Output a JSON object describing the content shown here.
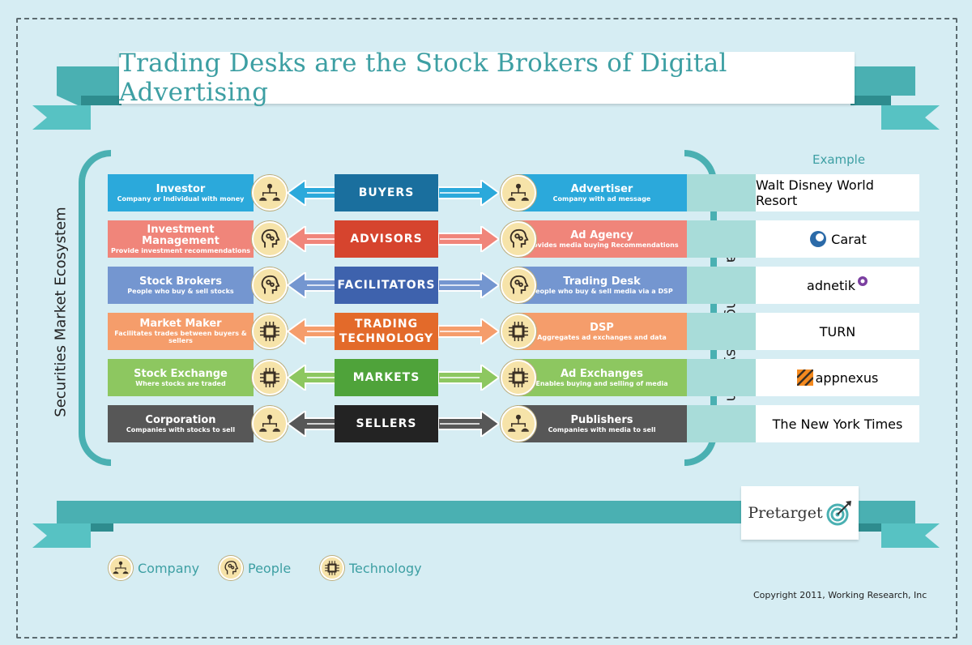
{
  "title": "Trading Desks are the Stock Brokers of Digital Advertising",
  "left_axis_label": "Securities Market Ecosystem",
  "right_axis_label": "Media Buying Ecosystem",
  "example_label": "Example",
  "colors": {
    "accent": "#4ab0b2",
    "background": "#d6edf3",
    "buyers": "#2ba9db",
    "advisors": "#f0857a",
    "facilitators": "#7496d0",
    "trading_technology": "#f59d6b",
    "markets": "#8dc760",
    "sellers": "#575757"
  },
  "rows": [
    {
      "left_label": "Investor",
      "left_sub": "Company or Individual with money",
      "left_icon": "company-icon",
      "center_label": "BUYERS",
      "right_label": "Advertiser",
      "right_sub": "Company with ad message",
      "right_icon": "company-icon",
      "example": "Walt Disney World Resort",
      "light": "#2ba9db",
      "dark": "#1a6f9e"
    },
    {
      "left_label": "Investment Management",
      "left_sub": "Provide investment recommendations",
      "left_icon": "people-icon",
      "center_label": "ADVISORS",
      "right_label": "Ad Agency",
      "right_sub": "Provides media buying Recommendations",
      "right_icon": "people-icon",
      "example": "Carat",
      "light": "#f0857a",
      "dark": "#d6442e"
    },
    {
      "left_label": "Stock Brokers",
      "left_sub": "People who buy & sell stocks",
      "left_icon": "people-icon",
      "center_label": "FACILITATORS",
      "right_label": "Trading Desk",
      "right_sub": "People who buy & sell media via a DSP",
      "right_icon": "people-icon",
      "example": "adnetik",
      "light": "#7496d0",
      "dark": "#3e62ad"
    },
    {
      "left_label": "Market Maker",
      "left_sub": "Facilitates trades between buyers & sellers",
      "left_icon": "technology-icon",
      "center_label": "TRADING TECHNOLOGY",
      "right_label": "DSP",
      "right_sub": "Aggregates ad exchanges and data",
      "right_icon": "technology-icon",
      "example": "TURN",
      "light": "#f59d6b",
      "dark": "#e36a2a"
    },
    {
      "left_label": "Stock Exchange",
      "left_sub": "Where stocks are traded",
      "left_icon": "technology-icon",
      "center_label": "MARKETS",
      "right_label": "Ad Exchanges",
      "right_sub": "Enables buying and selling of media",
      "right_icon": "technology-icon",
      "example": "appnexus",
      "light": "#8dc760",
      "dark": "#4fa33a"
    },
    {
      "left_label": "Corporation",
      "left_sub": "Companies with stocks to sell",
      "left_icon": "company-icon",
      "center_label": "SELLERS",
      "right_label": "Publishers",
      "right_sub": "Companies with media to sell",
      "right_icon": "company-icon",
      "example": "The New York Times",
      "light": "#575757",
      "dark": "#232323"
    }
  ],
  "legend": [
    {
      "label": "Company",
      "icon": "company-icon"
    },
    {
      "label": "People",
      "icon": "people-icon"
    },
    {
      "label": "Technology",
      "icon": "technology-icon"
    }
  ],
  "brand": "Pretarget",
  "copyright": "Copyright 2011, Working Research, Inc"
}
